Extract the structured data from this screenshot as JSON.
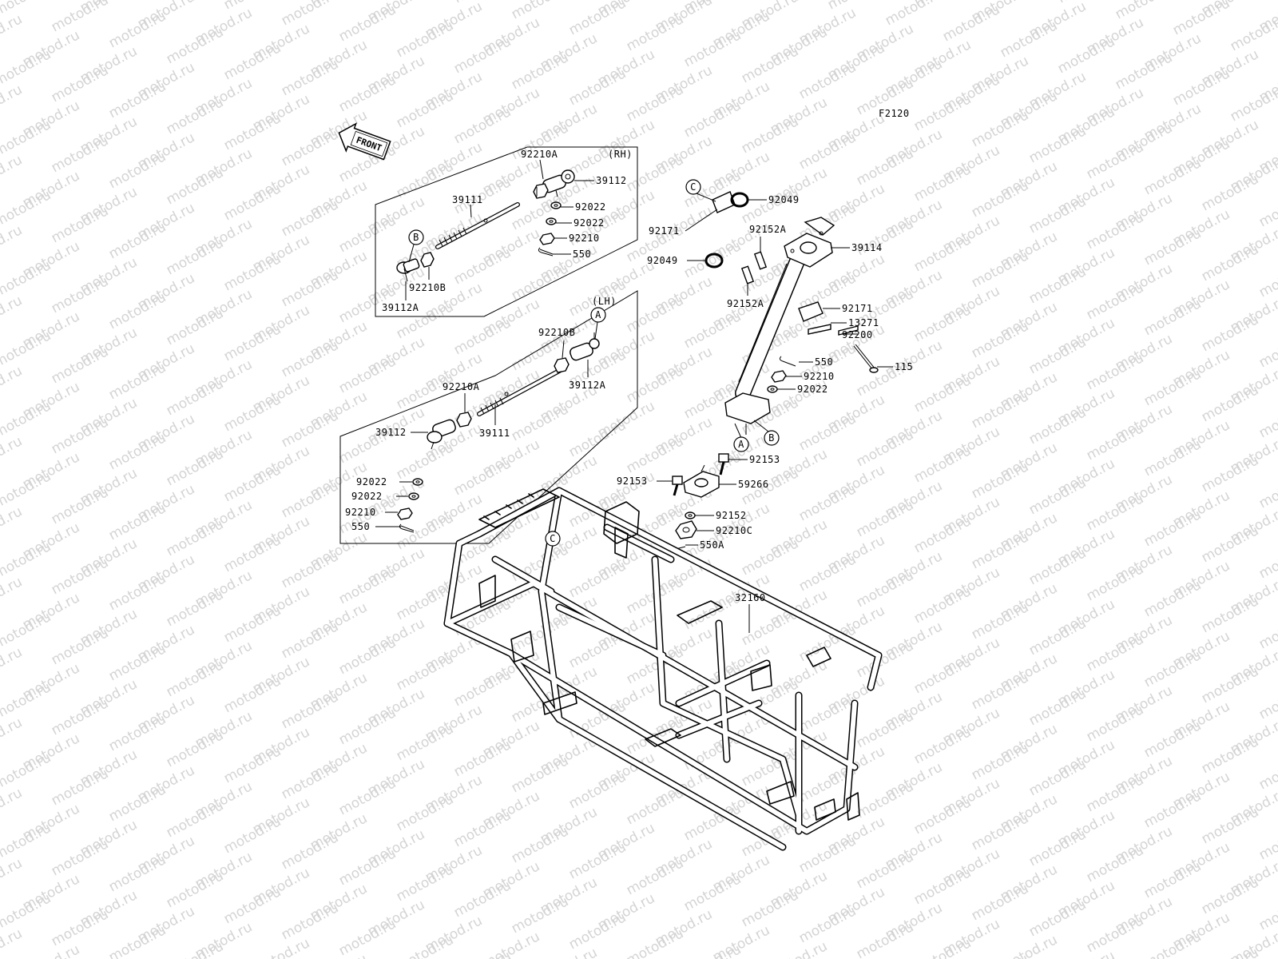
{
  "figure_code": "F2120",
  "front_label": "FRONT",
  "watermark_text": "motod.ru",
  "groups": {
    "rh": "(RH)",
    "lh": "(LH)"
  },
  "refs": {
    "a1": "A",
    "a2": "A",
    "b1": "B",
    "b2": "B",
    "c1": "C",
    "c2": "C"
  },
  "parts": {
    "rh_92210A": "92210A",
    "rh_39112": "39112",
    "rh_39111": "39111",
    "rh_92022a": "92022",
    "rh_92022b": "92022",
    "rh_92210": "92210",
    "rh_550": "550",
    "rh_92210B": "92210B",
    "rh_39112A": "39112A",
    "lh_92210B": "92210B",
    "lh_39112A": "39112A",
    "lh_92210A": "92210A",
    "lh_39111": "39111",
    "lh_39112": "39112",
    "lh_92022a": "92022",
    "lh_92022b": "92022",
    "lh_92210": "92210",
    "lh_550": "550",
    "st_92049a": "92049",
    "st_92171a": "92171",
    "st_92152Aa": "92152A",
    "st_39114": "39114",
    "st_92049b": "92049",
    "st_92152Ab": "92152A",
    "st_92171b": "92171",
    "st_13271": "13271",
    "st_92200": "92200",
    "st_550": "550",
    "st_115": "115",
    "st_92210": "92210",
    "st_92022": "92022",
    "st_92153a": "92153",
    "st_92153b": "92153",
    "st_59266": "59266",
    "st_92152": "92152",
    "st_92210C": "92210C",
    "st_550A": "550A",
    "frame_32160": "32160"
  }
}
